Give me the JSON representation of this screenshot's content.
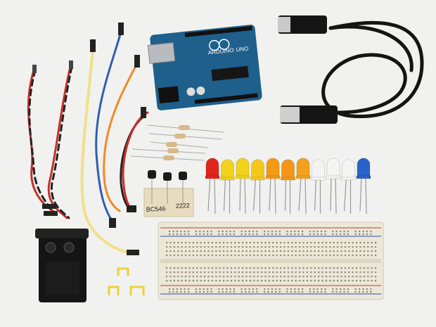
{
  "arduino": {
    "brand_text": "ARDUINO",
    "model_text": "UNO"
  },
  "transistor_strip": {
    "handwritten_left": "BC546",
    "handwritten_right": "2222"
  },
  "leds": [
    {
      "color": "red",
      "hex": "#e0261c"
    },
    {
      "color": "yellow",
      "hex": "#f2d21b"
    },
    {
      "color": "yellow",
      "hex": "#f2d21b"
    },
    {
      "color": "yellow",
      "hex": "#f4c81a"
    },
    {
      "color": "orange",
      "hex": "#f59a14"
    },
    {
      "color": "orange",
      "hex": "#f49616"
    },
    {
      "color": "orange",
      "hex": "#f3a01a"
    },
    {
      "color": "white",
      "hex": "#f4f4f2"
    },
    {
      "color": "white",
      "hex": "#f4f4f2"
    },
    {
      "color": "white",
      "hex": "#f4f4f2"
    },
    {
      "color": "blue",
      "hex": "#2a62c9"
    }
  ],
  "colors": {
    "background": "#f1f1ef",
    "board_blue": "#1e5f8c",
    "breadboard": "#ece8d8",
    "cable": "#141414"
  }
}
